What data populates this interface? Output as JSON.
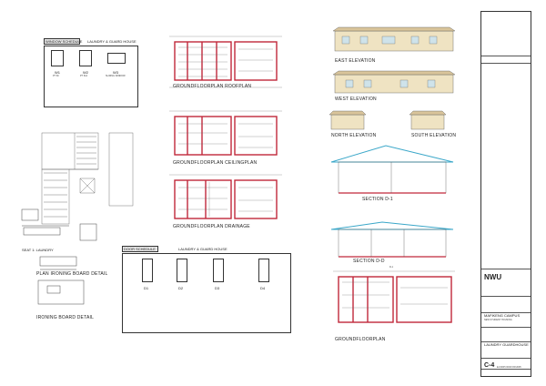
{
  "window_schedule": {
    "title": "WINDOW SCHEDULE",
    "subtitle": "LAUNDRY & GUARD HOUSE",
    "items": [
      {
        "code": "W1",
        "type": "PT 60"
      },
      {
        "code": "W2",
        "type": "PT 612"
      },
      {
        "code": "W3",
        "type": "SLIDING WINDOW"
      }
    ]
  },
  "door_schedule": {
    "title": "DOOR SCHEDULE",
    "subtitle": "LAUNDRY & GUARD HOUSE",
    "items": [
      "D1",
      "D2",
      "D3",
      "D4"
    ]
  },
  "plans": {
    "roofplan": "GROUNDFLOORPLAN ROOFPLAN",
    "ceilingplan": "GROUNDFLOORPLAN CEILINGPLAN",
    "drainage": "GROUNDFLOORPLAN DRAINAGE",
    "groundfloor": "GROUNDFLOORPLAN"
  },
  "elevations": {
    "east": "EAST ELEVATION",
    "west": "WEST ELEVATION",
    "north": "NORTH ELEVATION",
    "south": "SOUTH ELEVATION"
  },
  "sections": {
    "section_1": "SECTION D-1",
    "section_2": "SECTION D-D",
    "section_grid": "D-1"
  },
  "details": {
    "ironing_plan": "PLAN IRONING BOARD DETAIL",
    "ironing": "IRONING BOARD DETAIL",
    "seat_laundry": "SEAT 1: LAUNDRY"
  },
  "title_block": {
    "logo": "NWU",
    "campus": "MAFIKENG CAMPUS",
    "project": "NEW STUDENT HOUSING",
    "sheet_name": "LAUNDRY GUARDHOUSE",
    "sheet_no": "C-4",
    "drawing_no": "E-F0005 0000 NWU005"
  },
  "colors": {
    "wall_red": "#c0283a",
    "roof_tan": "#d9c49a",
    "roof_cyan": "#3aa7c9",
    "line": "#333333"
  }
}
